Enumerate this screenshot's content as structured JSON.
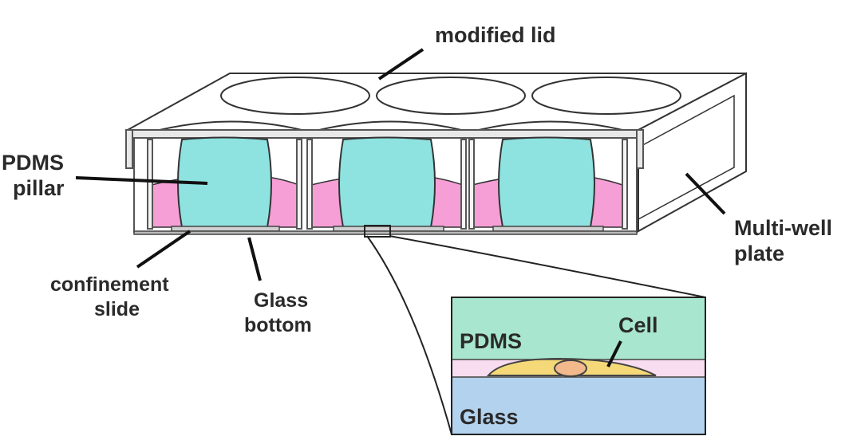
{
  "labels": {
    "modified_lid": "modified lid",
    "pdms_pillar_1": "PDMS",
    "pdms_pillar_2": "pillar",
    "multiwell_1": "Multi-well",
    "multiwell_2": "plate",
    "confinement_1": "confinement",
    "confinement_2": "slide",
    "glass_bottom_1": "Glass",
    "glass_bottom_2": "bottom",
    "inset_pdms": "PDMS",
    "inset_cell": "Cell",
    "inset_glass": "Glass"
  },
  "colors": {
    "pdms": "#8ee3e0",
    "medium": "#f59fd6",
    "inset_pdms": "#a8e6cf",
    "inset_medium": "#f8dcef",
    "cell": "#f5d978",
    "nucleus": "#f2b98c",
    "glass": "#b3d2ee",
    "outline": "#333333"
  },
  "wells": 3
}
